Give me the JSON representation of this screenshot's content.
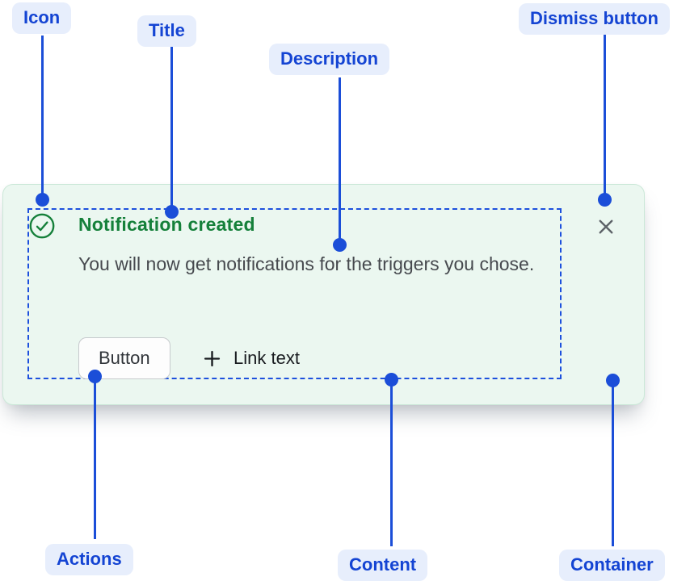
{
  "annotations": {
    "icon": "Icon",
    "title": "Title",
    "description": "Description",
    "dismiss": "Dismiss button",
    "actions": "Actions",
    "content": "Content",
    "container": "Container"
  },
  "notification": {
    "title": "Notification created",
    "description": "You will now get notifications for the triggers you chose.",
    "button_label": "Button",
    "link_label": "Link text",
    "icons": {
      "status": "check-circle-icon",
      "link": "plus-icon",
      "dismiss": "close-icon"
    }
  },
  "colors": {
    "pill_bg": "#e7eefc",
    "pill_text": "#1444d3",
    "line_blue": "#1b4ed8",
    "dashed_blue": "#1d50dd",
    "card_bg": "#ebf7f0",
    "card_border": "#cbe8d8",
    "success_green": "#15803a",
    "body_text": "#46494e",
    "dismiss_gray": "#5d6268"
  }
}
